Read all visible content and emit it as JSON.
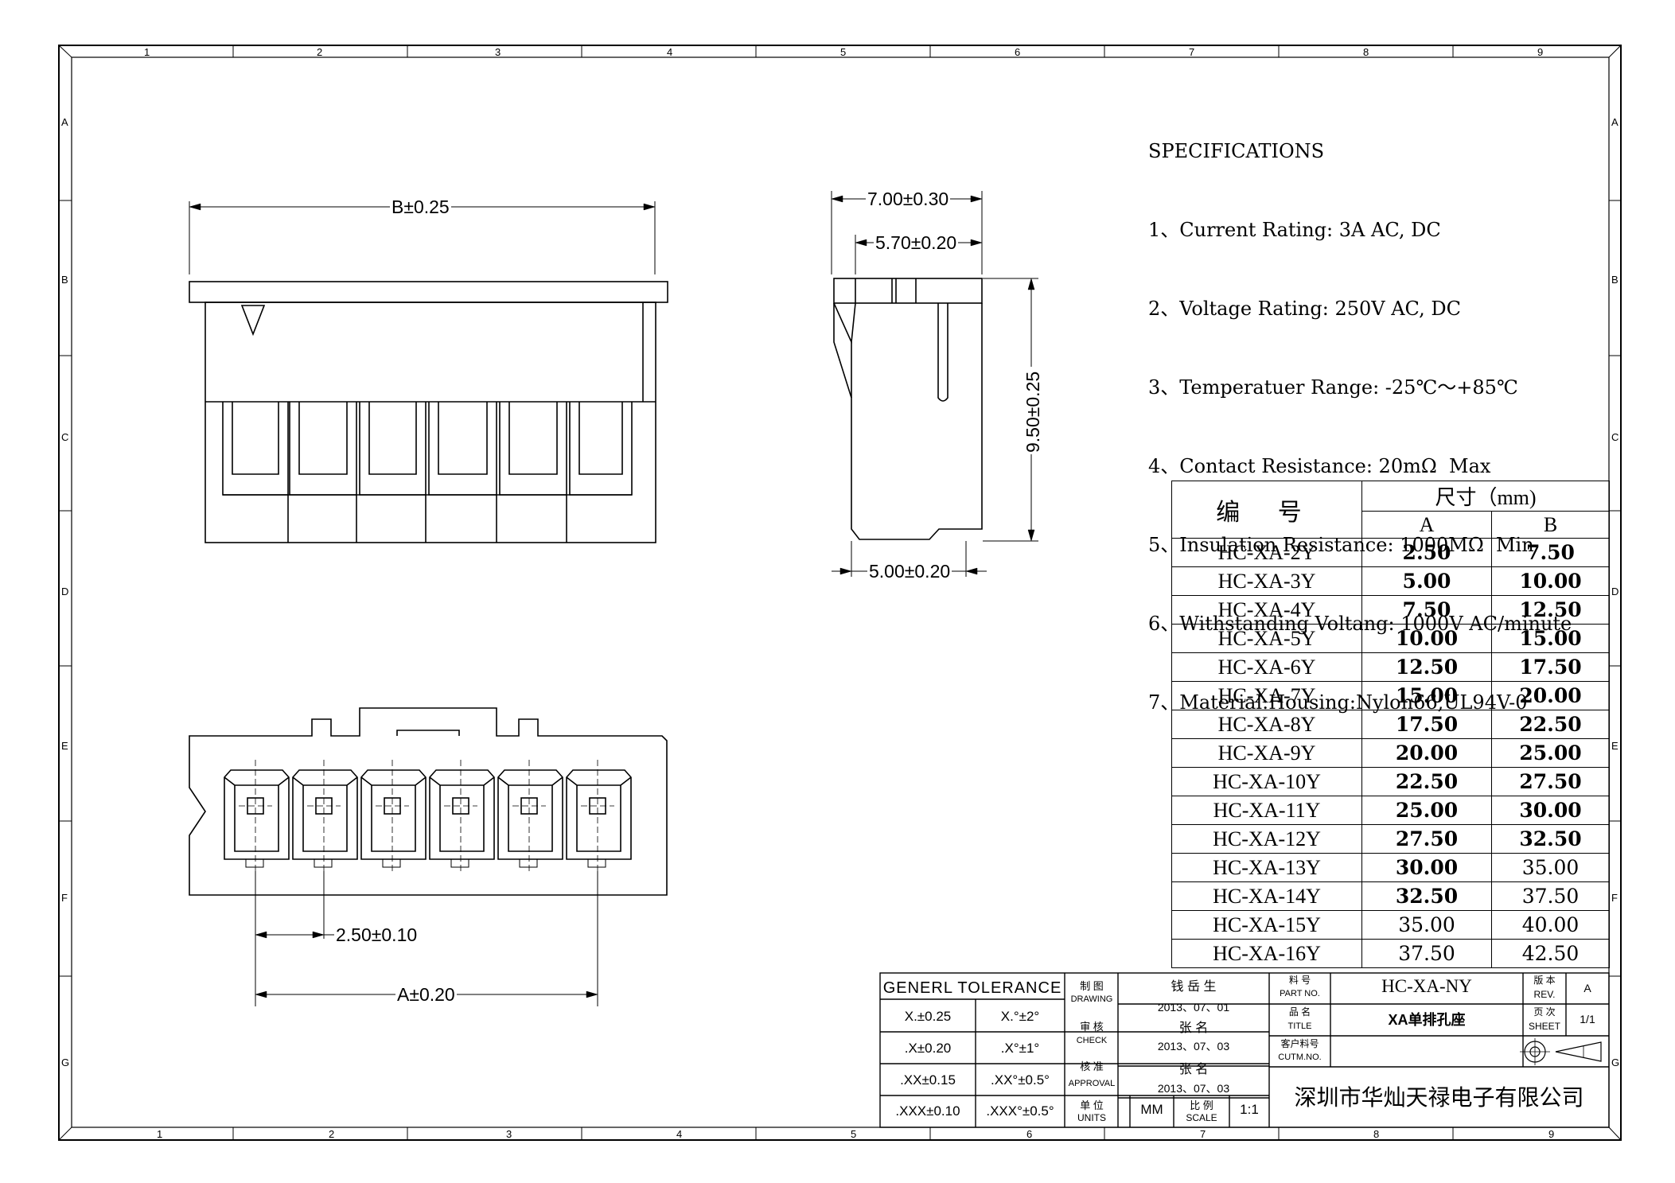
{
  "ruler": {
    "top": [
      "1",
      "2",
      "3",
      "4",
      "5",
      "6",
      "7",
      "8",
      "9"
    ],
    "bottom": [
      "1",
      "2",
      "3",
      "4",
      "5",
      "6",
      "7",
      "8",
      "9"
    ],
    "left": [
      "A",
      "B",
      "C",
      "D",
      "E",
      "F",
      "G"
    ],
    "right": [
      "A",
      "B",
      "C",
      "D",
      "E",
      "F",
      "G"
    ]
  },
  "specifications": {
    "title": "SPECIFICATIONS",
    "items": [
      "1、Current Rating: 3A AC, DC",
      "2、Voltage Rating: 250V AC, DC",
      "3、Temperatuer Range: -25℃～+85℃",
      "4、Contact Resistance: 20mΩ  Max",
      "5、Insulation Resistance: 1000MΩ  Min",
      "6、Withstanding Voltang: 1000V AC/minute",
      "7、Material:Housing:Nylon66,UL94V-0"
    ]
  },
  "dimensions": {
    "front_width": "B±0.25",
    "side_total": "7.00±0.30",
    "side_inner": "5.70±0.20",
    "side_height": "9.50±0.25",
    "side_base": "5.00±0.20",
    "pitch": "2.50±0.10",
    "span": "A±0.20"
  },
  "dim_table": {
    "header_part": "编  号",
    "header_size": "尺寸（mm)",
    "col_a": "A",
    "col_b": "B",
    "rows": [
      {
        "part": "HC-XA-2Y",
        "a": "2.50",
        "b": "7.50",
        "bold_a": true,
        "bold_b": true
      },
      {
        "part": "HC-XA-3Y",
        "a": "5.00",
        "b": "10.00",
        "bold_a": true,
        "bold_b": true
      },
      {
        "part": "HC-XA-4Y",
        "a": "7.50",
        "b": "12.50",
        "bold_a": true,
        "bold_b": true
      },
      {
        "part": "HC-XA-5Y",
        "a": "10.00",
        "b": "15.00",
        "bold_a": true,
        "bold_b": true
      },
      {
        "part": "HC-XA-6Y",
        "a": "12.50",
        "b": "17.50",
        "bold_a": true,
        "bold_b": true
      },
      {
        "part": "HC-XA-7Y",
        "a": "15.00",
        "b": "20.00",
        "bold_a": true,
        "bold_b": true
      },
      {
        "part": "HC-XA-8Y",
        "a": "17.50",
        "b": "22.50",
        "bold_a": true,
        "bold_b": true
      },
      {
        "part": "HC-XA-9Y",
        "a": "20.00",
        "b": "25.00",
        "bold_a": true,
        "bold_b": true
      },
      {
        "part": "HC-XA-10Y",
        "a": "22.50",
        "b": "27.50",
        "bold_a": true,
        "bold_b": true
      },
      {
        "part": "HC-XA-11Y",
        "a": "25.00",
        "b": "30.00",
        "bold_a": true,
        "bold_b": true
      },
      {
        "part": "HC-XA-12Y",
        "a": "27.50",
        "b": "32.50",
        "bold_a": true,
        "bold_b": true
      },
      {
        "part": "HC-XA-13Y",
        "a": "30.00",
        "b": "35.00",
        "bold_a": true,
        "bold_b": false
      },
      {
        "part": "HC-XA-14Y",
        "a": "32.50",
        "b": "37.50",
        "bold_a": true,
        "bold_b": false
      },
      {
        "part": "HC-XA-15Y",
        "a": "35.00",
        "b": "40.00",
        "bold_a": false,
        "bold_b": false
      },
      {
        "part": "HC-XA-16Y",
        "a": "37.50",
        "b": "42.50",
        "bold_a": false,
        "bold_b": false
      }
    ]
  },
  "title_block": {
    "tolerance_header": "GENERL  TOLERANCE",
    "tol_x": "X.±0.25",
    "tol_x_ang": "X.°±2°",
    "tol_xx": ".X±0.20",
    "tol_xx_ang": ".X°±1°",
    "tol_xxx": ".XX±0.15",
    "tol_xxx_ang": ".XX°±0.5°",
    "tol_xxxx": ".XXX±0.10",
    "tol_xxxx_ang": ".XXX°±0.5°",
    "drawing_cn": "制 图",
    "drawing_en": "DRAWING",
    "drawing_name": "钱 岳 生",
    "drawing_date": "2013、07、01",
    "check_cn": "审 核",
    "check_en": "CHECK",
    "check_name": "张  名",
    "check_date": "2013、07、03",
    "approval_cn": "核 准",
    "approval_en": "APPROVAL",
    "approval_name": "张  名",
    "approval_date": "2013、07、03",
    "units_cn": "单 位",
    "units_en": "UNITS",
    "units_val": "MM",
    "scale_cn": "比 例",
    "scale_en": "SCALE",
    "scale_val": "1:1",
    "part_no_cn": "料 号",
    "part_no_en": "PART NO.",
    "part_no_val": "HC-XA-NY",
    "title_cn": "品 名",
    "title_en": "TITLE",
    "title_val": "XA单排孔座",
    "cust_cn": "客户料号",
    "cust_en": "CUTM.NO.",
    "rev_cn": "版 本",
    "rev_en": "REV.",
    "rev_val": "A",
    "sheet_cn": "页 次",
    "sheet_en": "SHEET",
    "sheet_val": "1/1",
    "company": "深圳市华灿天禄电子有限公司"
  }
}
